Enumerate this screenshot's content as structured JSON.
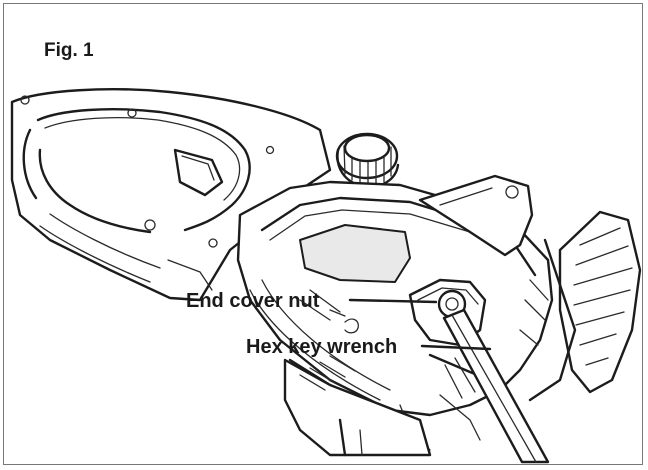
{
  "figure": {
    "title": "Fig. 1",
    "callouts": [
      {
        "id": "end-cover-nut",
        "label": "End cover nut"
      },
      {
        "id": "hex-key-wrench",
        "label": "Hex key wrench"
      }
    ]
  }
}
